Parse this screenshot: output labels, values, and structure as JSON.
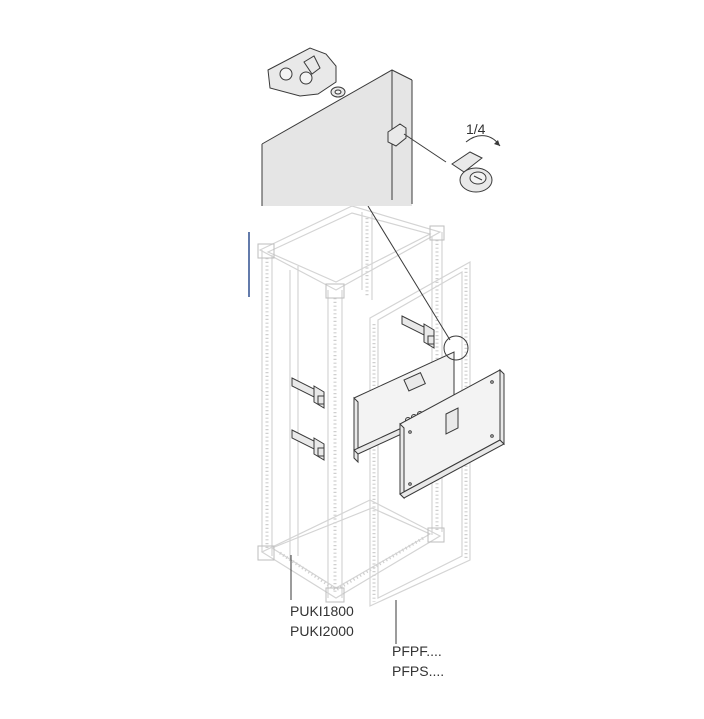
{
  "diagram": {
    "rotation_label": "1/4",
    "labels": {
      "upright_line1": "PUKI1800",
      "upright_line2": "PUKI2000",
      "frame_line1": "PFPF....",
      "frame_line2": "PFPS...."
    },
    "colors": {
      "frame": "#d4d4d4",
      "part_fill": "#e9e9e9",
      "outline": "#3a3a3a",
      "accent_line": "#2f4f8f"
    }
  }
}
